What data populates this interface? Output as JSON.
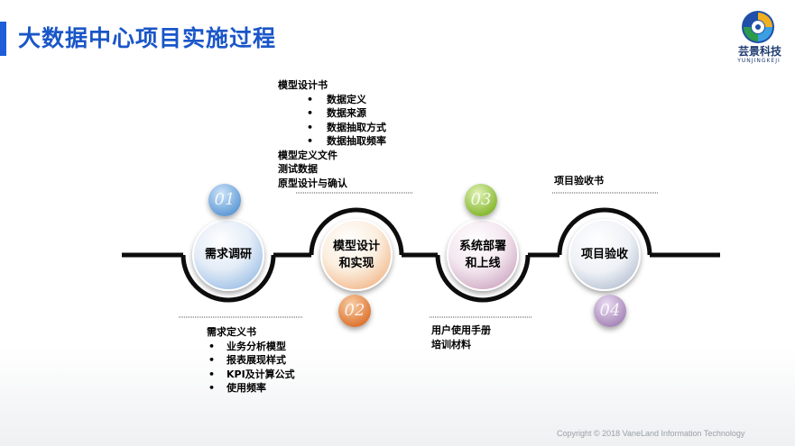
{
  "page_title": "大数据中心项目实施过程",
  "logo": {
    "name": "芸景科技",
    "subtitle": "YUNJINGKEJI"
  },
  "stages": [
    {
      "number": "01",
      "label": "需求调研"
    },
    {
      "number": "02",
      "label_line1": "模型设计",
      "label_line2": "和实现"
    },
    {
      "number": "03",
      "label_line1": "系统部署",
      "label_line2": "和上线"
    },
    {
      "number": "04",
      "label": "项目验收"
    }
  ],
  "notes": {
    "stage1": {
      "heading": "需求定义书",
      "items": [
        "业务分析模型",
        "报表展现样式",
        "KPI及计算公式",
        "使用频率"
      ]
    },
    "stage2": {
      "heading": "模型设计书",
      "items": [
        "数据定义",
        "数据来源",
        "数据抽取方式",
        "数据抽取频率"
      ],
      "extra": [
        "模型定义文件",
        "测试数据",
        "原型设计与确认"
      ]
    },
    "stage3": {
      "lines": [
        "用户使用手册",
        "培训材料"
      ]
    },
    "stage4": {
      "heading": "项目验收书"
    }
  },
  "bullet_symbol": "•",
  "copyright": "Copyright © 2018 VaneLand Information Technology",
  "colors": {
    "title": "#1a56c8",
    "accent_bar": "#1d5ed8",
    "timeline": "#0d0d0d",
    "stage1_num": "#7ab0e0",
    "stage2_num": "#e8894a",
    "stage3_num": "#9cc84a",
    "stage4_num": "#b89ac8"
  }
}
